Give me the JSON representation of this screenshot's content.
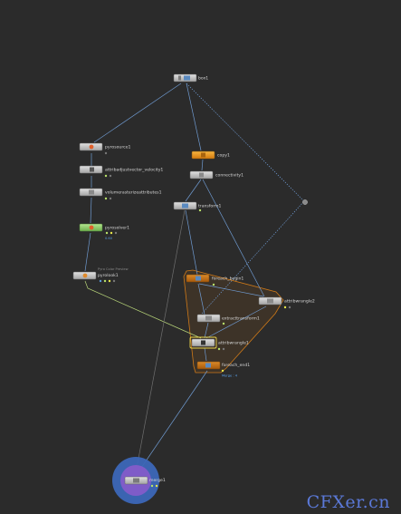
{
  "network": {
    "nodes": {
      "box": "box1",
      "pyrosource": "pyrosource1",
      "attribadjust": "attribadjustvector_velocity1",
      "volumerasterize": "volumerasterizeattributes1",
      "pyrosolver": "pyrosolver1",
      "pyrosolver_info": "0.60",
      "pyrolook": "pyrolook1",
      "pyrolook_sub": "Pyro Color Preview",
      "copy": "copy1",
      "connectivity": "connectivity1",
      "transform": "transform1",
      "foreach_begin": "foreach_begin1",
      "attribwrangle2": "attribwrangle2",
      "extracttransform": "extracttransform1",
      "attribwrangle1": "attribwrangle1",
      "foreach_end": "foreach_end1",
      "foreach_end_info": "Merge : 4",
      "merge": "merge1"
    }
  },
  "colors": {
    "wire": "#6f9ad0",
    "wire_dark": "#5c5c5c",
    "wire_green": "#b9d67a",
    "foreach_block": "#d07a18",
    "merge_ring": "#3c67b8",
    "merge_inner": "#7f5cc8",
    "node_gray": "#c5c5c5",
    "node_orange": "#ef9a1f",
    "node_green": "#8fcf6b"
  },
  "watermark": "CFXer.cn"
}
